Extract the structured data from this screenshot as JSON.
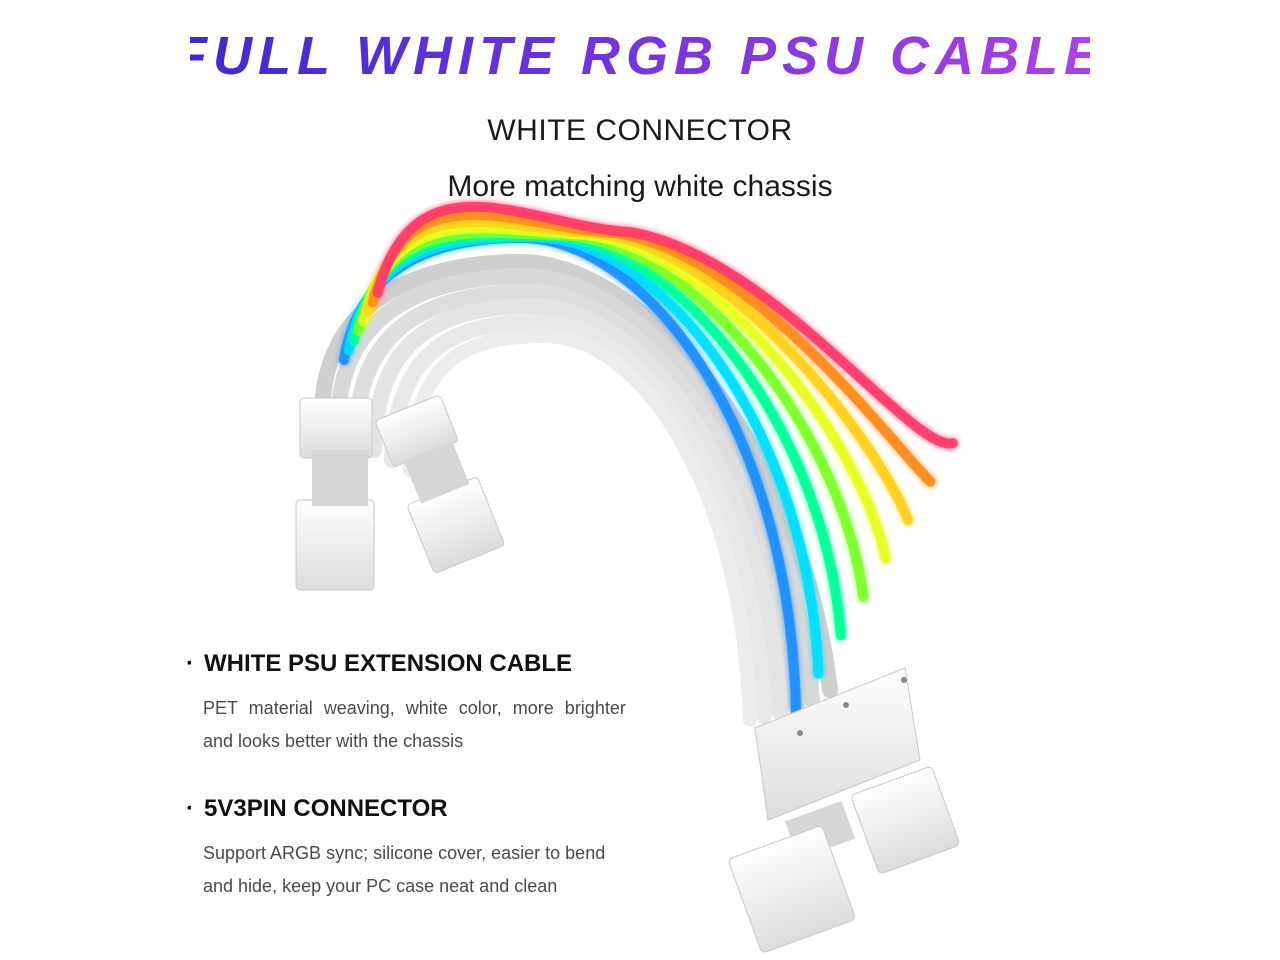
{
  "headline": {
    "text": "FULL WHITE RGB PSU CABLE",
    "gradient_start": "#3a2ad4",
    "gradient_end": "#b040e8"
  },
  "subheading": {
    "line1": "WHITE CONNECTOR",
    "line2": "More matching white chassis"
  },
  "features": [
    {
      "bullet": "·",
      "title": "WHITE PSU EXTENSION CABLE",
      "body_line1": "PET material weaving, white color, more brighter",
      "body_line2": "and looks better with the chassis"
    },
    {
      "bullet": "·",
      "title": "5V3PIN CONNECTOR",
      "body_line1": "Support ARGB sync; silicone cover, easier to bend",
      "body_line2": "and hide, keep your PC case neat and clean"
    }
  ],
  "product_image": {
    "icon": "rgb-cable-illustration",
    "glow_colors": [
      "#1e90ff",
      "#00e0ff",
      "#00ff9a",
      "#7dff2a",
      "#e8ff20",
      "#ffd21a",
      "#ff8c1a",
      "#ff3b6b"
    ],
    "connector_color": "#f4f4f4",
    "sleeve_color": "#dcdcdc"
  }
}
